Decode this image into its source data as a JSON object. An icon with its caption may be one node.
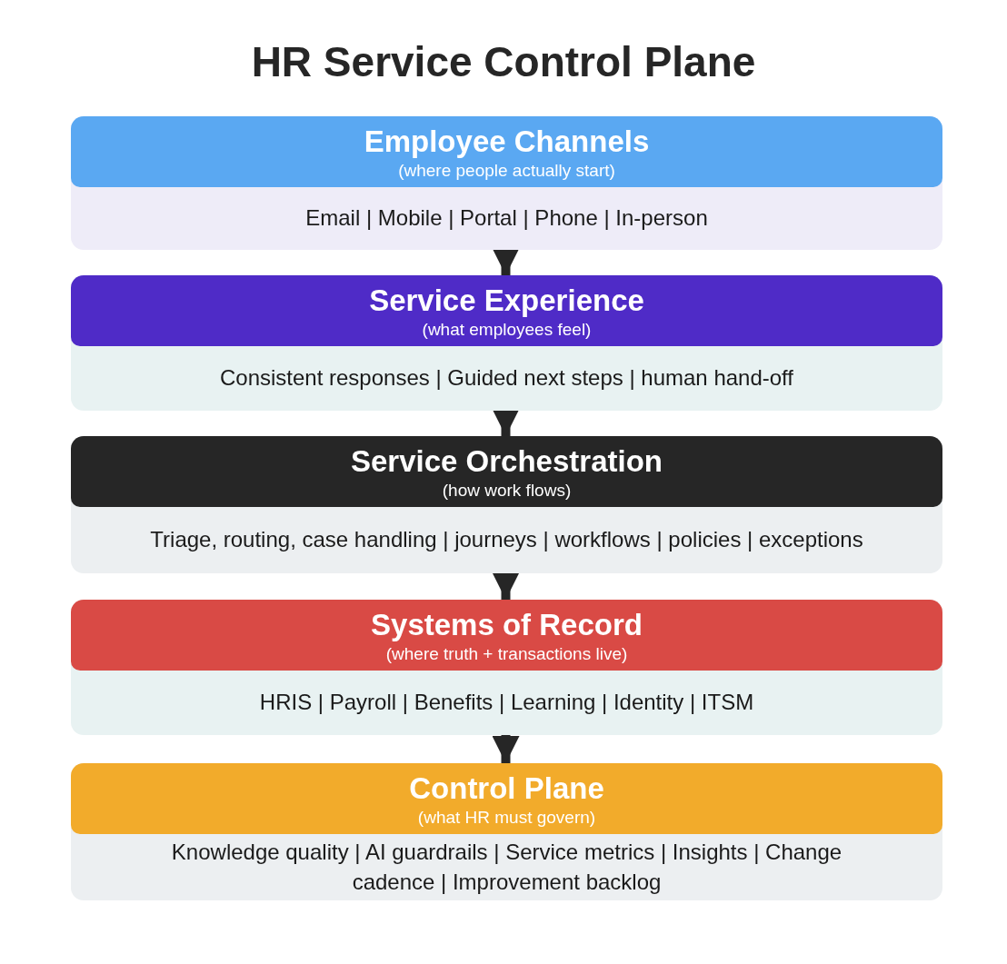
{
  "diagram": {
    "title": "HR Service Control Plane",
    "nodes": [
      {
        "text": [
          "Employee Channels",
          "(where people actually start)",
          "Email | Mobile | Portal | Phone | In-person"
        ]
      },
      {
        "text": [
          "Service Experience",
          "(what employees feel)",
          "Consistent responses | Guided next steps | human hand-off"
        ]
      },
      {
        "text": [
          "Service Orchestration",
          "(how work flows)",
          "Triage, routing, case handling | journeys | workflows | policies | exceptions"
        ]
      },
      {
        "text": [
          "Systems of Record",
          "(where truth + transactions live)",
          "HRIS | Payroll | Benefits | Learning | Identity | ITSM"
        ]
      },
      {
        "text": [
          "Control Plane",
          "(what HR must govern)",
          "Knowledge quality | AI guardrails | Service metrics | Insights | Change cadence | Improvement backlog"
        ]
      }
    ],
    "edges": [
      {
        "from": 0,
        "to": 1,
        "arrow": "to"
      },
      {
        "from": 1,
        "to": 2,
        "arrow": "to"
      },
      {
        "from": 2,
        "to": 3,
        "arrow": "to"
      },
      {
        "from": 3,
        "to": 4,
        "arrow": "to"
      }
    ]
  }
}
